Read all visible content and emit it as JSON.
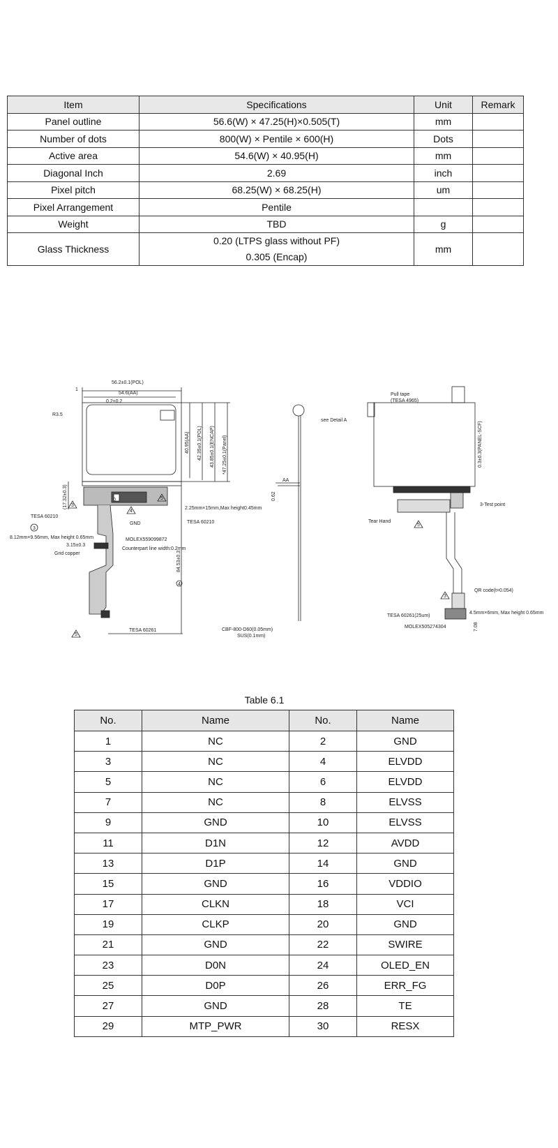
{
  "spec_table": {
    "headers": [
      "Item",
      "Specifications",
      "Unit",
      "Remark"
    ],
    "rows": [
      {
        "item": "Panel outline",
        "spec": "56.6(W) × 47.25(H)×0.505(T)",
        "unit": "mm",
        "remark": ""
      },
      {
        "item": "Number of dots",
        "spec": "800(W) × Pentile × 600(H)",
        "unit": "Dots",
        "remark": ""
      },
      {
        "item": "Active area",
        "spec": "54.6(W) × 40.95(H)",
        "unit": "mm",
        "remark": ""
      },
      {
        "item": "Diagonal Inch",
        "spec": "2.69",
        "unit": "inch",
        "remark": ""
      },
      {
        "item": "Pixel pitch",
        "spec": "68.25(W) × 68.25(H)",
        "unit": "um",
        "remark": ""
      },
      {
        "item": "Pixel Arrangement",
        "spec": "Pentile",
        "unit": "",
        "remark": ""
      },
      {
        "item": "Weight",
        "spec": "TBD",
        "unit": "g",
        "remark": ""
      }
    ],
    "glass": {
      "item": "Glass Thickness",
      "spec1": "0.20 (LTPS glass without PF)",
      "spec2": "0.305 (Encap)",
      "unit": "mm",
      "remark": ""
    }
  },
  "drawing": {
    "front": {
      "pol_w": "56.2±0.1(POL)",
      "aa_w": "54.6(AA)",
      "offset1": "1",
      "offset2": "0.2±0.2",
      "radius": "R3.5",
      "aa_h": "40.95(AA)",
      "pol_h": "42.35±0.1(POL)",
      "encap_h": "43.85±0.1(ENCAP)",
      "panel_h": "*47.25±0.1(Panel)",
      "fpc_h": "(17.32±0.3)",
      "tesa1": "TESA 60210",
      "tesa2": "TESA 60210",
      "stiff": "2.25mm×15mm,Max height0.45mm",
      "circ3": "3",
      "comp": "8.12mm×9.56mm, Max height 0.65mm",
      "w315": "3.15±0.3",
      "grid": "Grid copper",
      "molex": "MOLEX559099872",
      "counter": "Counterpart line width:0.2mm",
      "gnd": "GND",
      "total_h": "84.53±0.3",
      "circ4": "4",
      "tesa3": "TESA 60261",
      "tri3": "3",
      "tri4": "4",
      "tri5": "5",
      "tri5b": "5",
      "zero": "0"
    },
    "side": {
      "detail": "see Detail A",
      "aa": "AA",
      "h062": "0.62",
      "cbf": "CBF-800-D60(0.05mm)",
      "sus": "SUS(0.1mm)"
    },
    "back": {
      "pull": "Pull tape",
      "pull2": "(TESA 4965)",
      "scf": "0.3±0.3(PANEL-SCF)",
      "test": "3-Test point",
      "tear": "Tear Hand",
      "qr": "QR code(t=0.054)",
      "tesa": "TESA 60261(25um)",
      "comp": "4.5mm×6mm, Max height 0.65mm",
      "molex": "MOLEX505274304",
      "h708": "7.08",
      "tri5": "5",
      "tri3": "3"
    }
  },
  "pin_table": {
    "caption": "Table 6.1",
    "headers": [
      "No.",
      "Name",
      "No.",
      "Name"
    ],
    "rows": [
      [
        "1",
        "NC",
        "2",
        "GND"
      ],
      [
        "3",
        "NC",
        "4",
        "ELVDD"
      ],
      [
        "5",
        "NC",
        "6",
        "ELVDD"
      ],
      [
        "7",
        "NC",
        "8",
        "ELVSS"
      ],
      [
        "9",
        "GND",
        "10",
        "ELVSS"
      ],
      [
        "11",
        "D1N",
        "12",
        "AVDD"
      ],
      [
        "13",
        "D1P",
        "14",
        "GND"
      ],
      [
        "15",
        "GND",
        "16",
        "VDDIO"
      ],
      [
        "17",
        "CLKN",
        "18",
        "VCI"
      ],
      [
        "19",
        "CLKP",
        "20",
        "GND"
      ],
      [
        "21",
        "GND",
        "22",
        "SWIRE"
      ],
      [
        "23",
        "D0N",
        "24",
        "OLED_EN"
      ],
      [
        "25",
        "D0P",
        "26",
        "ERR_FG"
      ],
      [
        "27",
        "GND",
        "28",
        "TE"
      ],
      [
        "29",
        "MTP_PWR",
        "30",
        "RESX"
      ]
    ]
  }
}
